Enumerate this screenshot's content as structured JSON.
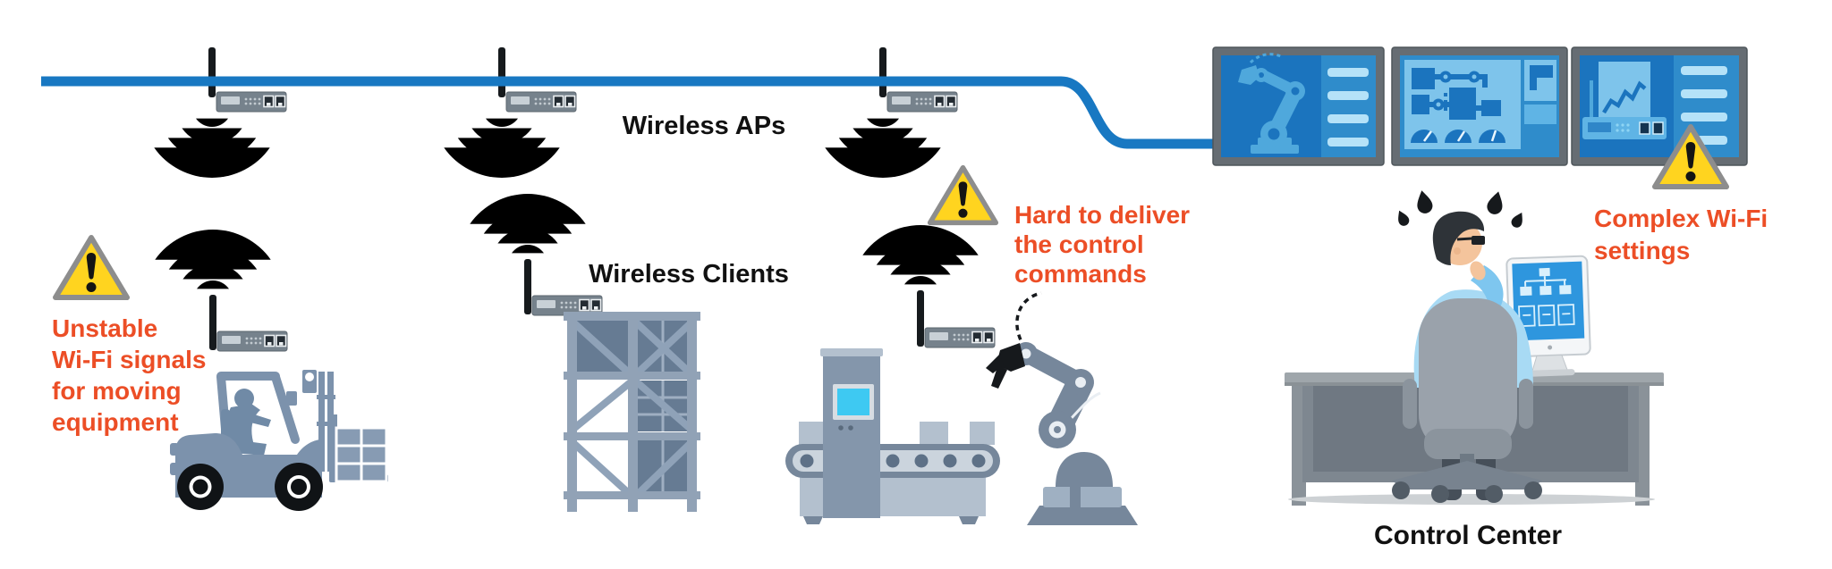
{
  "labels": {
    "wireless_aps": "Wireless APs",
    "wireless_clients": "Wireless Clients",
    "control_center": "Control Center"
  },
  "warnings": {
    "unstable_wifi": {
      "full_text": "Unstable Wi-Fi signals for moving equipment",
      "lines": [
        "Unstable",
        "Wi-Fi signals",
        "for moving",
        "equipment"
      ]
    },
    "hard_to_deliver": {
      "full_text": "Hard to deliver the control commands",
      "lines": [
        "Hard to deliver",
        "the control",
        "commands"
      ]
    },
    "complex_settings": {
      "full_text": "Complex Wi-Fi settings",
      "lines": [
        "Complex Wi-Fi",
        "settings"
      ]
    }
  },
  "scene": {
    "access_point_count": 3,
    "wireless_client_count": 3,
    "wall_monitor_count": 3,
    "warning_count": 3
  },
  "icons": {
    "wifi_signal_icon": "fan-of-4-arcs",
    "warning_icon": "yellow-triangle-exclamation",
    "antenna_icon": "black-vertical-bar",
    "network_device_icon": "gray-box-lcd-leds-2-ports",
    "sweat_drops_icon": "black-teardrops"
  },
  "colors": {
    "backbone_blue": "#1878C2",
    "wifi_wave_cyan": "#29ABE2",
    "warning_yellow": "#FFD41F",
    "warning_border_gray": "#8D8D8D",
    "warning_text_orange": "#EC4E26",
    "label_text_black": "#111111",
    "equipment_steel_blue": "#7C92AC",
    "device_gray": "#76828C",
    "monitor_screen_blue": "#1B74BE",
    "monitor_panel_light_blue": "#7EC4EB",
    "screen_cyan": "#3EC9F2"
  }
}
